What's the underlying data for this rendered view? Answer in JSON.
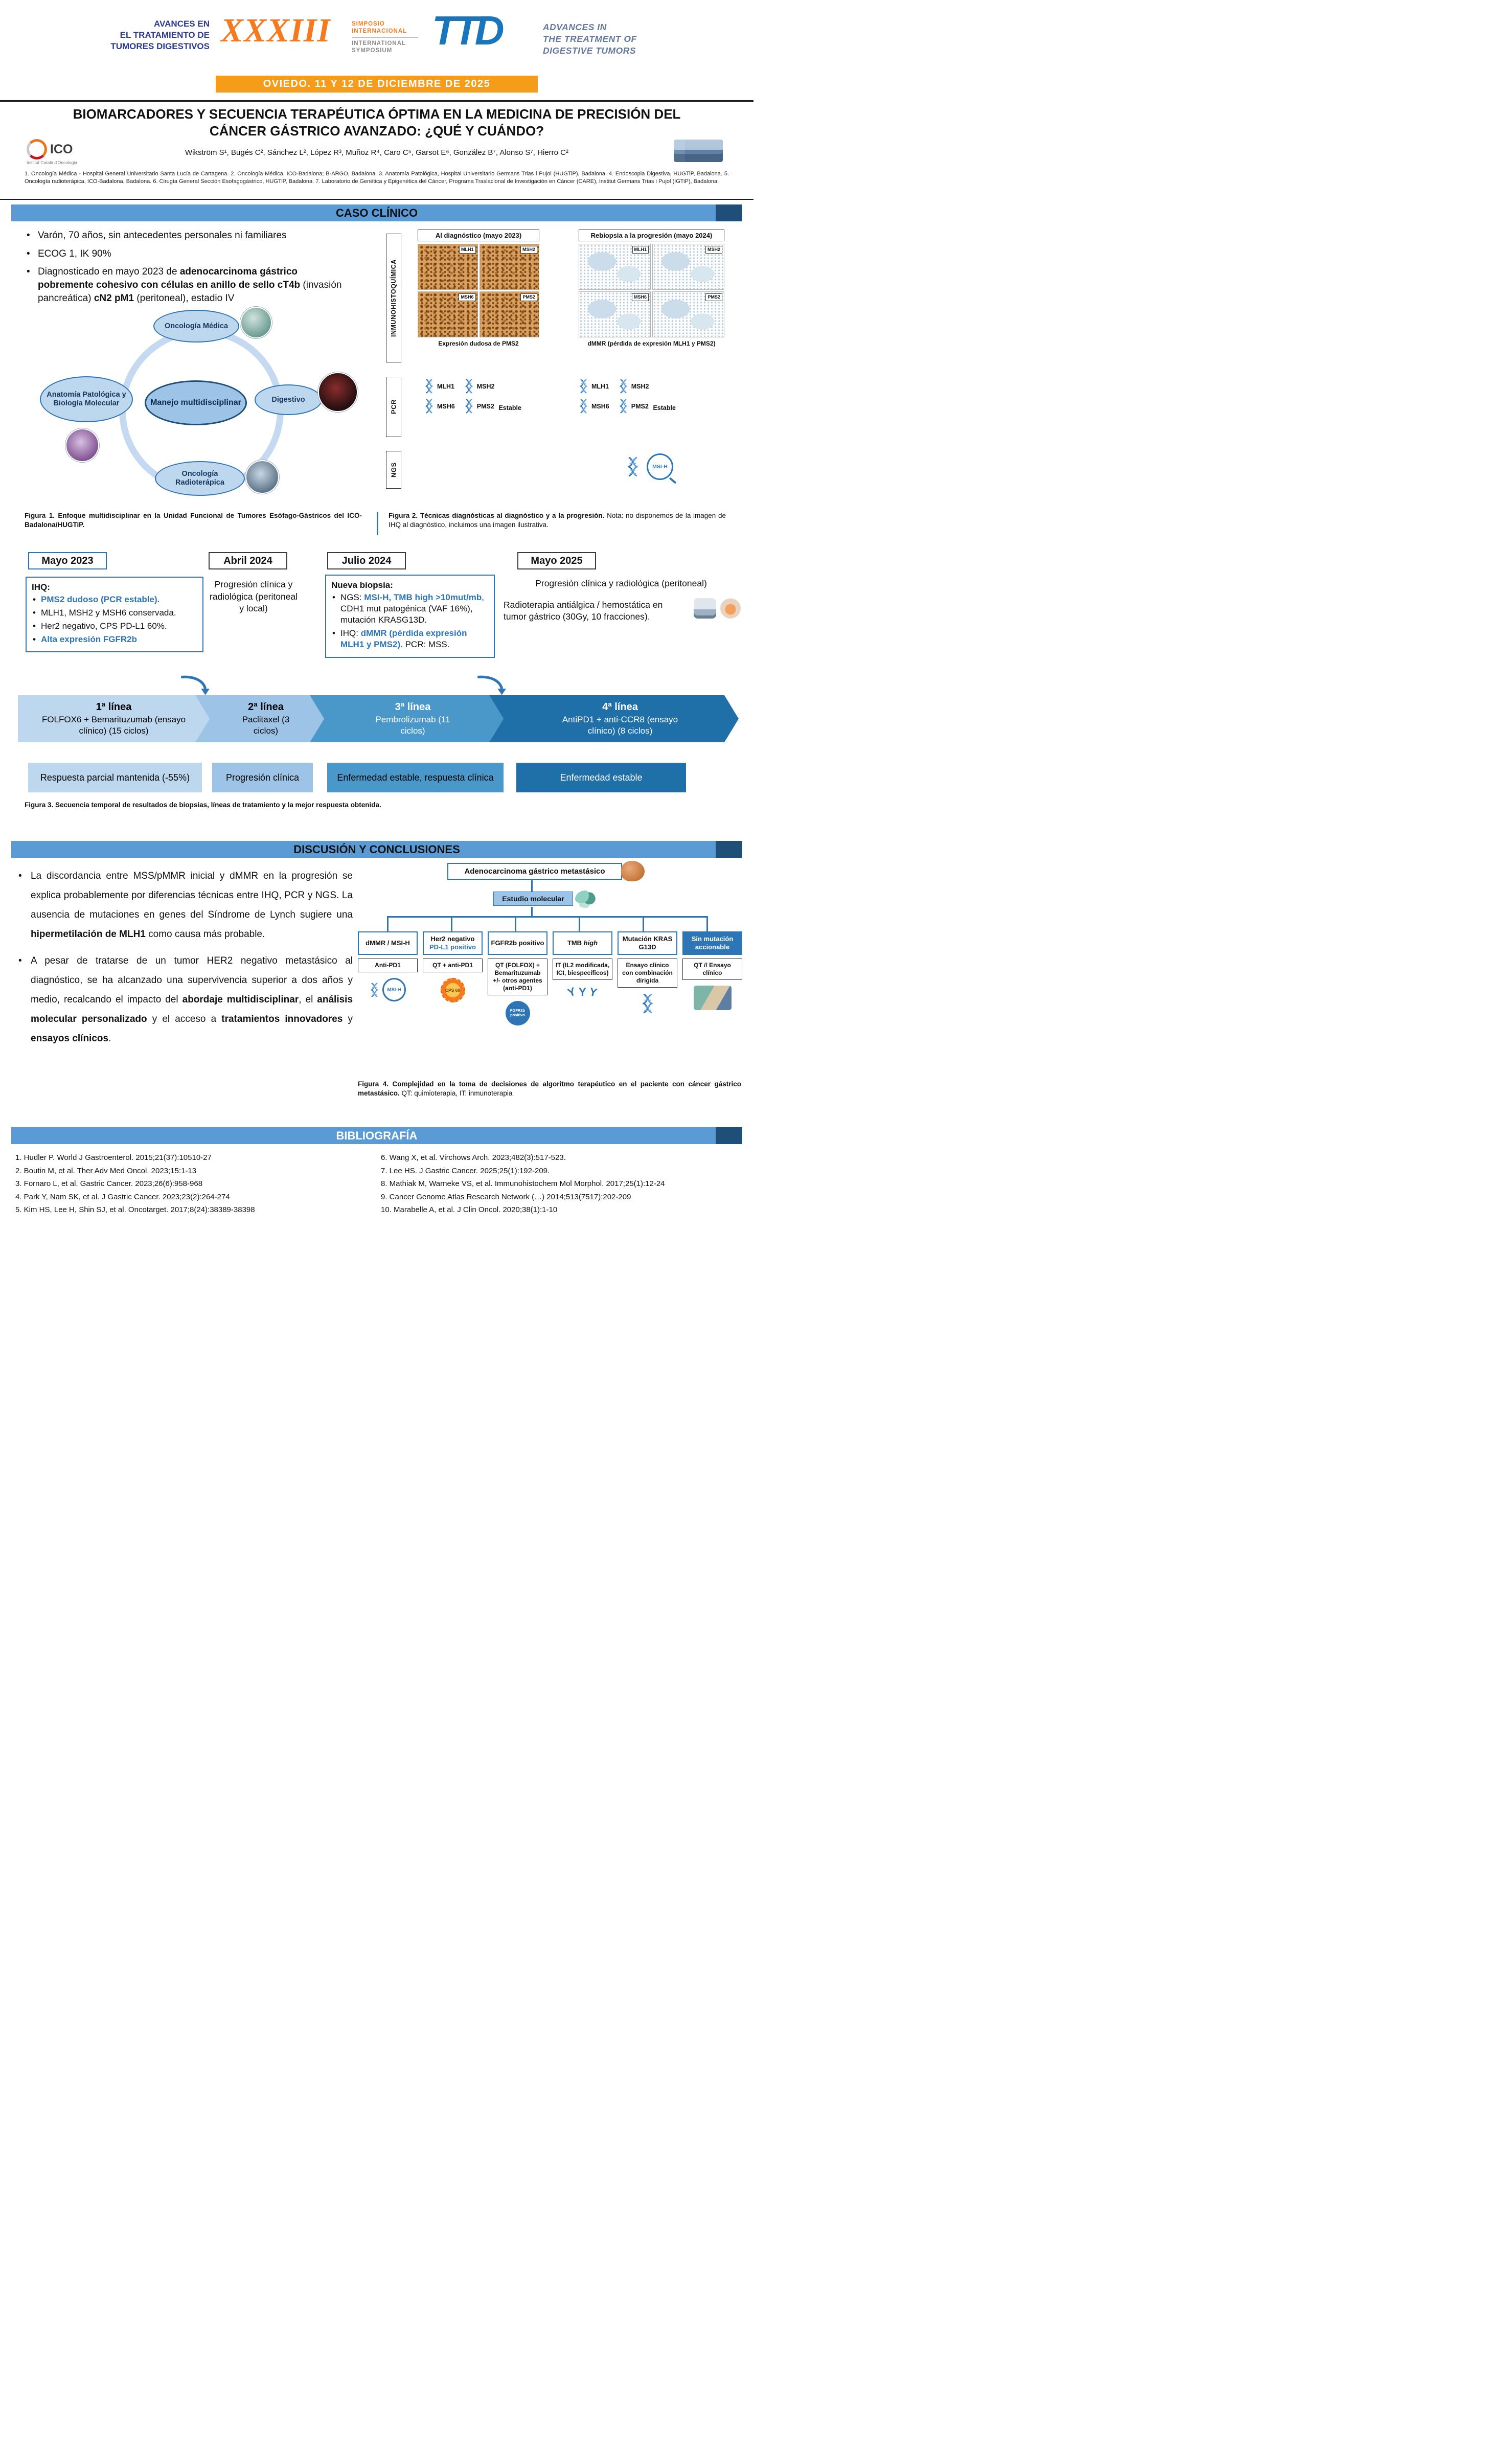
{
  "palette": {
    "band_blue": "#5B9BD5",
    "band_cap": "#1F4E79",
    "accent_blue": "#2E75B6",
    "orange_banner": "#F59C1A",
    "numeral_orange": "#F4791F",
    "navy": "#2B3990",
    "ttd_blue": "#1B75BC",
    "line1": "#BDD7EE",
    "line2": "#9DC3E6",
    "line3": "#4A97C9",
    "line4": "#1F6FA8"
  },
  "header": {
    "left_lines": [
      "AVANCES EN",
      "EL TRATAMIENTO DE",
      "TUMORES DIGESTIVOS"
    ],
    "numeral": "XXXIII",
    "simposio_lines": [
      "SIMPOSIO",
      "INTERNACIONAL",
      "INTERNATIONAL",
      "SYMPOSIUM"
    ],
    "ttd": "TTD",
    "right_lines": [
      "ADVANCES IN",
      "THE TREATMENT OF",
      "DIGESTIVE TUMORS"
    ],
    "banner": "OVIEDO. 11 Y 12 DE DICIEMBRE DE 2025"
  },
  "title_block": {
    "title": "BIOMARCADORES Y SECUENCIA TERAPÉUTICA ÓPTIMA EN LA MEDICINA DE PRECISIÓN DEL CÁNCER GÁSTRICO AVANZADO: ¿QUÉ Y CUÁNDO?",
    "authors": "Wikström S¹, Bugés C², Sánchez L², López R³, Muñoz R⁴, Caro C⁵, Garsot E⁶, González B⁷, Alonso S⁷, Hierro C²",
    "ico_acronym": "ICO",
    "ico_subtitle": "Institut Català d'Oncologia",
    "affiliations": "1. Oncología Médica - Hospital General Universitario Santa Lucía de Cartagena. 2. Oncología Médica, ICO-Badalona; B-ARGO, Badalona. 3. Anatomía Patológica, Hospital Universitario Germans Trias i Pujol (HUGTiP), Badalona. 4. Endoscopia Digestiva, HUGTiP, Badalona. 5. Oncología radioterápica, ICO-Badalona, Badalona. 6. Cirugía General Sección Esofagogástrico, HUGTiP, Badalona. 7. Laboratorio de Genética y Epigenética del Cáncer, Programa Traslacional de Investigación en Cáncer (CARE), Institut Germans Trias i Pujol (IGTiP), Badalona."
  },
  "caso": {
    "section_title": "CASO CLÍNICO",
    "bullet1": "Varón, 70 años, sin antecedentes personales ni familiares",
    "bullet2": "ECOG 1, IK 90%",
    "bullet3": {
      "pre": "Diagnosticado en mayo 2023 de ",
      "bold1": "adenocarcinoma gástrico pobremente cohesivo con células en anillo de sello cT4b",
      "mid": " (invasión pancreática) ",
      "bold2": "cN2 pM1",
      "post": " (peritoneal), estadio IV"
    },
    "fig1": {
      "center": "Manejo multidisciplinar",
      "top": "Oncología Médica",
      "left": "Anatomía Patológica y Biología Molecular",
      "right": "Digestivo",
      "bottom": "Oncología Radioterápica"
    },
    "fig2": {
      "row_labels": [
        "INMUNOHISTOQUÍMICA",
        "PCR",
        "NGS"
      ],
      "panel_a_title": "Al diagnóstico (mayo 2023)",
      "panel_b_title": "Rebiopsia a la progresión (mayo 2024)",
      "markers": [
        "MLH1",
        "MSH2",
        "MSH6",
        "PMS2"
      ],
      "panel_a_caption": "Expresión dudosa de PMS2",
      "panel_b_caption": "dMMR (pérdida de expresión MLH1 y PMS2)",
      "pcr_status": "Estable",
      "ngs_result": "MSI-H"
    },
    "caption1": "Figura 1. Enfoque multidisciplinar en la Unidad Funcional de Tumores Esófago-Gástricos del ICO-Badalona/HUGTiP.",
    "caption2_bold": "Figura 2. Técnicas diagnósticas al diagnóstico y a la progresión.",
    "caption2_rest": " Nota: no disponemos de la imagen de IHQ al diagnóstico, incluimos una imagen ilustrativa."
  },
  "timeline": {
    "dates": [
      "Mayo 2023",
      "Abril 2024",
      "Julio 2024",
      "Mayo 2025"
    ],
    "may2023": {
      "heading": "IHQ:",
      "item1": "PMS2 dudoso (PCR estable).",
      "item2": "MLH1, MSH2 y MSH6 conservada.",
      "item3": "Her2 negativo, CPS PD-L1 60%.",
      "item4": "Alta expresión FGFR2b"
    },
    "apr2024": "Progresión clínica y radiológica (peritoneal y local)",
    "jul2024": {
      "heading": "Nueva biopsia:",
      "item1_pre": "NGS: ",
      "item1_blue": "MSI-H, TMB high >10mut/mb",
      "item1_post": ", CDH1 mut patogénica (VAF 16%), mutación KRASG13D.",
      "item2_pre": "IHQ: ",
      "item2_blue": "dMMR (pérdida expresión MLH1 y PMS2).",
      "item2_post": " PCR: MSS."
    },
    "may2025_line1": "Progresión clínica y radiológica (peritoneal)",
    "may2025_line2": "Radioterapia antiálgica / hemostática en tumor gástrico (30Gy, 10 fracciones).",
    "lines": [
      {
        "title": "1ª línea",
        "detail": "FOLFOX6 + Bemarituzumab (ensayo clínico) (15 ciclos)",
        "color": "#BDD7EE",
        "text": "#000000"
      },
      {
        "title": "2ª línea",
        "detail": "Paclitaxel (3 ciclos)",
        "color": "#9DC3E6",
        "text": "#000000"
      },
      {
        "title": "3ª línea",
        "detail": "Pembrolizumab (11 ciclos)",
        "color": "#4A97C9",
        "text": "#ffffff"
      },
      {
        "title": "4ª línea",
        "detail": "AntiPD1 + anti-CCR8 (ensayo clínico) (8 ciclos)",
        "color": "#1F6FA8",
        "text": "#ffffff"
      }
    ],
    "responses": [
      {
        "label": "Respuesta parcial mantenida (-55%)",
        "color": "#BDD7EE",
        "text": "#000000"
      },
      {
        "label": "Progresión clínica",
        "color": "#9DC3E6",
        "text": "#000000"
      },
      {
        "label": "Enfermedad estable, respuesta clínica",
        "color": "#4A97C9",
        "text": "#000000"
      },
      {
        "label": "Enfermedad estable",
        "color": "#1F6FA8",
        "text": "#ffffff"
      }
    ],
    "caption3": "Figura 3. Secuencia temporal de resultados de biopsias, líneas de tratamiento y la mejor respuesta obtenida."
  },
  "discussion": {
    "section_title": "DISCUSIÓN Y CONCLUSIONES",
    "b1_pre": "La discordancia entre MSS/pMMR inicial y dMMR en la progresión se explica probablemente por diferencias técnicas entre IHQ, PCR y NGS. La ausencia de mutaciones en genes del Síndrome de Lynch sugiere una ",
    "b1_bold": "hipermetilación de MLH1",
    "b1_post": " como causa más probable.",
    "b2_pre": "A pesar de tratarse de un tumor HER2 negativo metastásico al diagnóstico, se ha alcanzado una supervivencia superior a dos años y medio, recalcando el impacto del ",
    "b2_bold1": "abordaje multidisciplinar",
    "b2_mid1": ", el ",
    "b2_bold2": "análisis molecular personalizado",
    "b2_mid2": " y el acceso a ",
    "b2_bold3": "tratamientos innovadores",
    "b2_mid3": " y ",
    "b2_bold4": "ensayos clínicos",
    "b2_post": ".",
    "tree": {
      "root": "Adenocarcinoma gástrico metastásico",
      "step": "Estudio molecular",
      "branches": [
        {
          "label": "dMMR / MSI-H",
          "leaf": "Anti-PD1"
        },
        {
          "label": "Her2 negativo",
          "label2": "PD-L1 positivo",
          "leaf": "QT + anti-PD1"
        },
        {
          "label": "FGFR2b positivo",
          "leaf": "QT (FOLFOX) + Bemarituzumab +/- otros agentes (anti-PD1)"
        },
        {
          "label": "TMB",
          "label_italic": "high",
          "leaf": "IT (IL2 modificada, ICI, biespecíficos)"
        },
        {
          "label": "Mutación KRAS G13D",
          "leaf": "Ensayo clínico con combinación dirigida"
        },
        {
          "label": "Sin mutación accionable",
          "leaf": "QT // Ensayo clínico"
        }
      ],
      "msih_badge": "MSI-H",
      "cps_badge": "CPS 60",
      "fgfr_badge": "FGFR2b positivo"
    },
    "caption4_bold": "Figura 4. Complejidad en la toma de decisiones de algoritmo terapéutico en el paciente con cáncer gástrico metastásico.",
    "caption4_rest": " QT: quimioterapia, IT: inmunoterapia"
  },
  "bibliography": {
    "section_title": "BIBLIOGRAFÍA",
    "left": [
      "1. Hudler P. World J Gastroenterol. 2015;21(37):10510-27",
      "2. Boutin M, et al. Ther Adv Med Oncol. 2023;15:1-13",
      "3. Fornaro L, et al. Gastric Cancer. 2023;26(6):958-968",
      "4. Park Y, Nam SK, et al. J Gastric Cancer. 2023;23(2):264-274",
      "5. Kim HS, Lee H, Shin SJ, et al. Oncotarget. 2017;8(24):38389-38398"
    ],
    "right": [
      "6. Wang X, et al. Virchows Arch. 2023;482(3):517-523.",
      "7. Lee HS. J Gastric Cancer. 2025;25(1):192-209.",
      "8. Mathiak M, Warneke VS, et al. Immunohistochem Mol Morphol. 2017;25(1):12-24",
      "9. Cancer Genome Atlas Research Network (…) 2014;513(7517):202-209",
      "10. Marabelle A, et al. J Clin Oncol. 2020;38(1):1-10"
    ]
  }
}
